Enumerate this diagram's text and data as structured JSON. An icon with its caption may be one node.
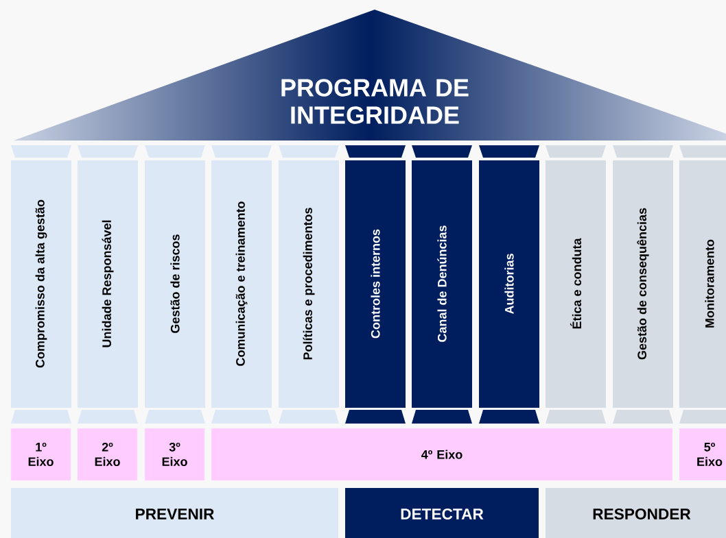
{
  "diagram": {
    "nodes": [
      {
        "text": [
          "PROGRAMA DE INTEGRIDADE"
        ]
      },
      {
        "text": [
          "Compromisso da alta gestão"
        ]
      },
      {
        "text": [
          "Unidade Responsável"
        ]
      },
      {
        "text": [
          "Gestão de riscos"
        ]
      },
      {
        "text": [
          "Comunicação e treinamento"
        ]
      },
      {
        "text": [
          "Políticas e procedimentos"
        ]
      },
      {
        "text": [
          "Controles internos"
        ]
      },
      {
        "text": [
          "Canal de Denúncias"
        ]
      },
      {
        "text": [
          "Auditorias"
        ]
      },
      {
        "text": [
          "Ética e conduta"
        ]
      },
      {
        "text": [
          "Gestão de consequências"
        ]
      },
      {
        "text": [
          "Monitoramento"
        ]
      },
      {
        "text": [
          "1º Eixo"
        ]
      },
      {
        "text": [
          "2º Eixo"
        ]
      },
      {
        "text": [
          "3º Eixo"
        ]
      },
      {
        "text": [
          "4º Eixo"
        ]
      },
      {
        "text": [
          "5º Eixo"
        ]
      },
      {
        "text": [
          "PREVENIR"
        ]
      },
      {
        "text": [
          "DETECTAR"
        ]
      },
      {
        "text": [
          "RESPONDER"
        ]
      }
    ]
  }
}
